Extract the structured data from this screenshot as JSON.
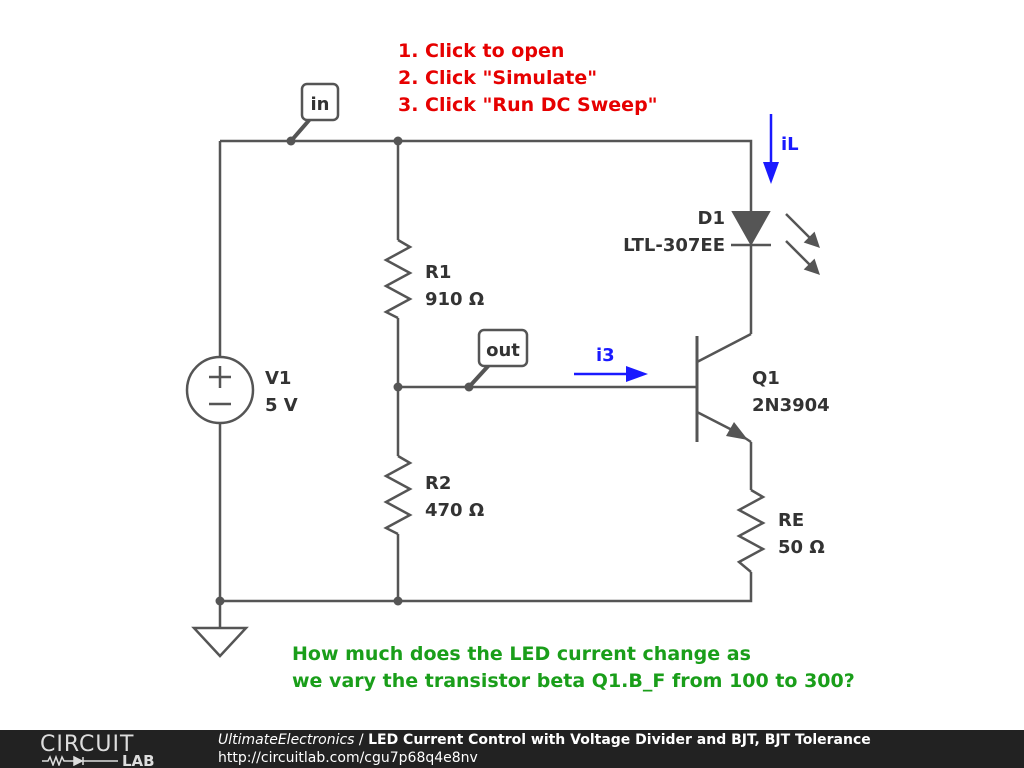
{
  "instructions": [
    "1. Click to open",
    "2. Click \"Simulate\"",
    "3. Click \"Run DC Sweep\""
  ],
  "question": [
    "How much does the LED current change as",
    "we vary the transistor beta Q1.B_F from 100 to 300?"
  ],
  "nodes": {
    "in": "in",
    "out": "out"
  },
  "components": {
    "v1": {
      "name": "V1",
      "value": "5 V"
    },
    "r1": {
      "name": "R1",
      "value": "910 Ω"
    },
    "r2": {
      "name": "R2",
      "value": "470 Ω"
    },
    "re": {
      "name": "RE",
      "value": "50 Ω"
    },
    "d1": {
      "name": "D1",
      "value": "LTL-307EE"
    },
    "q1": {
      "name": "Q1",
      "value": "2N3904"
    }
  },
  "currents": {
    "il": "iL",
    "i3": "i3"
  },
  "colors": {
    "wire": "#555555",
    "instruction": "#e60000",
    "question": "#1a9e1a",
    "current": "#1a1aff",
    "footer_bg": "#222222"
  },
  "footer": {
    "logo_top": "CIRCUIT",
    "logo_bottom": "LAB",
    "org": "UltimateElectronics",
    "separator": " / ",
    "title": "LED Current Control with Voltage Divider and BJT, BJT Tolerance",
    "url": "http://circuitlab.com/cgu7p68q4e8nv"
  }
}
